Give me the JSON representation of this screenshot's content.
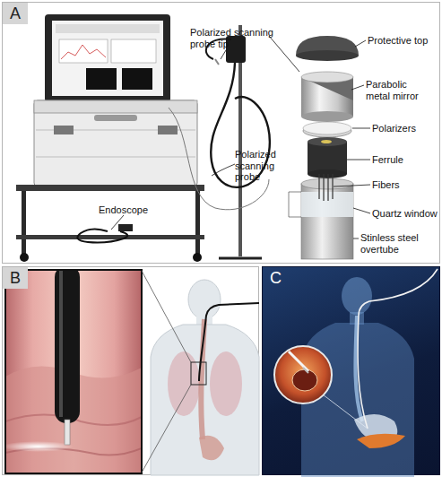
{
  "diagram": {
    "nodes": [
      {
        "text": [
          "A"
        ]
      },
      {
        "text": [
          "B"
        ]
      },
      {
        "text": [
          "C"
        ]
      }
    ],
    "labels": [
      "Polarized scanning probe tip",
      "Protective top",
      "Parabolic metal mirror",
      "Polarizers",
      "Ferrule",
      "Fibers",
      "Polarized scanning probe",
      "Quartz window",
      "Stinless steel overtube",
      "Endoscope"
    ]
  }
}
